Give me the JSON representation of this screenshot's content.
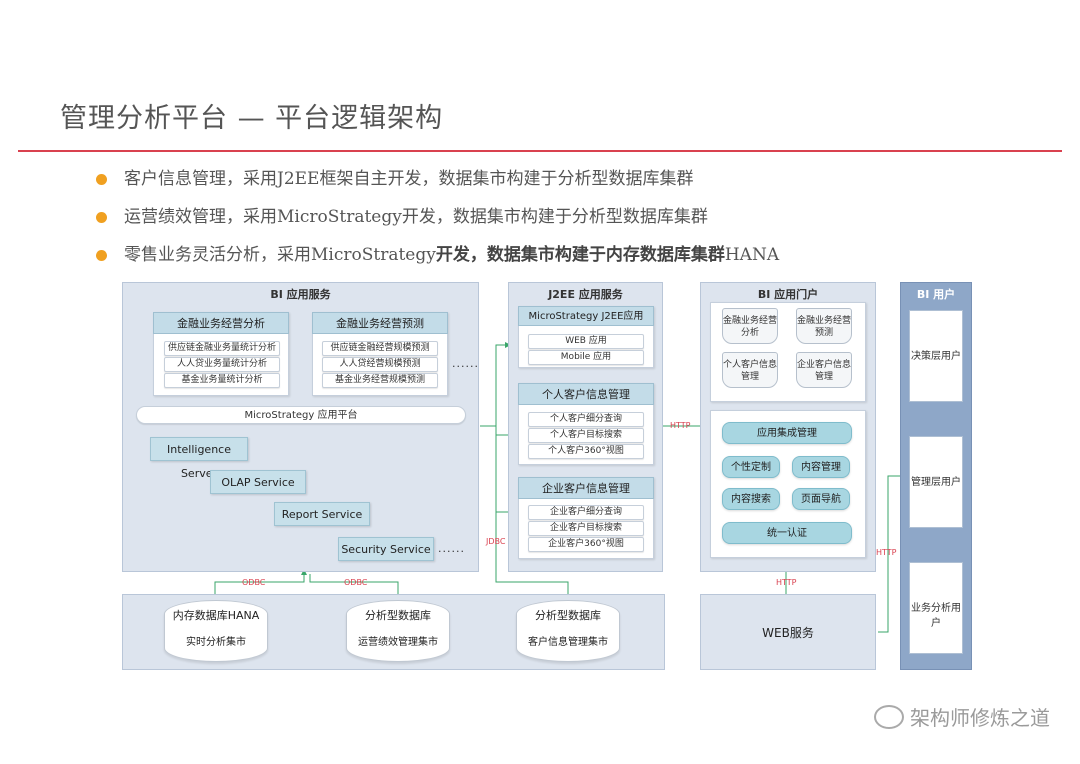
{
  "title": "管理分析平台 — 平台逻辑架构",
  "bullets": [
    {
      "text": "客户信息管理，采用J2EE框架自主开发，数据集市构建于分析型数据库集群"
    },
    {
      "text": "运营绩效管理，采用MicroStrategy开发，数据集市构建于分析型数据库集群"
    },
    {
      "text_a": "零售业务灵活分析，采用MicroStrategy",
      "text_b": "开发，数据集市构建于内存数据库集群",
      "text_c": "HANA"
    }
  ],
  "bi_service": {
    "title": "BI 应用服务",
    "group1": {
      "title": "金融业务经营分析",
      "items": [
        "供应链金融业务量统计分析",
        "人人贷业务量统计分析",
        "基金业务量统计分析"
      ]
    },
    "group2": {
      "title": "金融业务经营预测",
      "items": [
        "供应链金融经营规模预测",
        "人人贷经营规模预测",
        "基金业务经营规模预测"
      ]
    },
    "more": "......",
    "platform": "MicroStrategy 应用平台",
    "services": [
      "Intelligence Server",
      "OLAP Service",
      "Report Service",
      "Security Service"
    ],
    "more2": "......"
  },
  "j2ee": {
    "title": "J2EE 应用服务",
    "mstr": {
      "title": "MicroStrategy J2EE应用",
      "items": [
        "WEB 应用",
        "Mobile 应用"
      ]
    },
    "personal": {
      "title": "个人客户信息管理",
      "items": [
        "个人客户细分查询",
        "个人客户目标搜索",
        "个人客户360°视图"
      ]
    },
    "corporate": {
      "title": "企业客户信息管理",
      "items": [
        "企业客户细分查询",
        "企业客户目标搜索",
        "企业客户360°视图"
      ]
    }
  },
  "portal": {
    "title": "BI 应用门户",
    "docs": [
      "金融业务经营分析",
      "金融业务经营预测",
      "个人客户信息管理",
      "企业客户信息管理"
    ],
    "integration": "应用集成管理",
    "features": [
      "个性定制",
      "内容管理",
      "内容搜索",
      "页面导航"
    ],
    "sso": "统一认证"
  },
  "users": {
    "title": "BI 用户",
    "items": [
      "决策层用户",
      "管理层用户",
      "业务分析用户"
    ]
  },
  "databases": [
    {
      "name": "内存数据库HANA",
      "mart": "实时分析集市"
    },
    {
      "name": "分析型数据库",
      "mart": "运营绩效管理集市"
    },
    {
      "name": "分析型数据库",
      "mart": "客户信息管理集市"
    }
  ],
  "web_service": "WEB服务",
  "edges": {
    "odbc1": "ODBC",
    "odbc2": "ODBC",
    "jdbc": "JDBC",
    "http1": "HTTP",
    "http2": "HTTP",
    "http3": "HTTP"
  },
  "watermark": "架构师修炼之道",
  "colors": {
    "accent_line": "#d9414f",
    "bullet": "#f0a020",
    "panel": "#dde4ee",
    "users_panel": "#8ea7c8",
    "connector": "#3aa66a"
  }
}
